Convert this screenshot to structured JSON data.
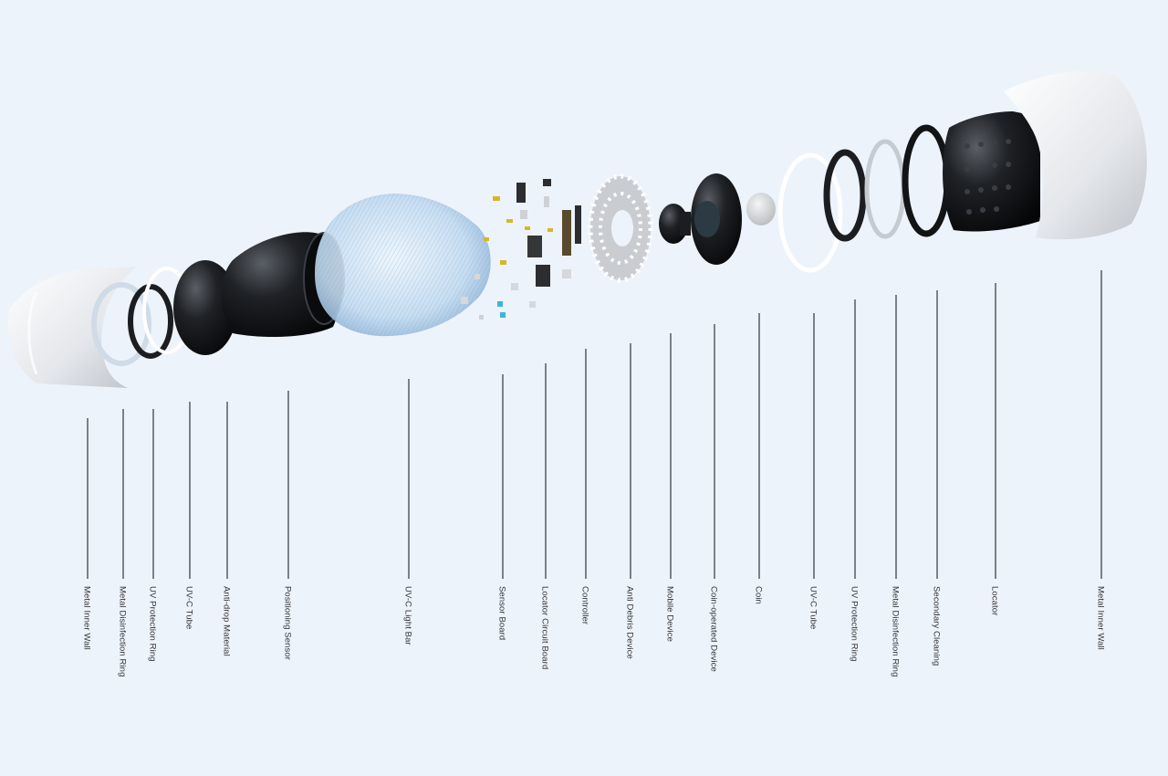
{
  "components": [
    {
      "label": "Metal Inner Wall"
    },
    {
      "label": "Metal Disinfection Ring"
    },
    {
      "label": "UV Protection Ring"
    },
    {
      "label": "UV-C Tube"
    },
    {
      "label": "Anti-drop Material"
    },
    {
      "label": "Positioning Sensor"
    },
    {
      "label": "UV-C Light Bar"
    },
    {
      "label": "Sensor Board"
    },
    {
      "label": "Locator Circuit Board"
    },
    {
      "label": "Controller"
    },
    {
      "label": "Anti Debris Device"
    },
    {
      "label": "Mobile Device"
    },
    {
      "label": "Coin-operated Device"
    },
    {
      "label": "Coin"
    },
    {
      "label": "UV-C Tube"
    },
    {
      "label": "UV Protection Ring"
    },
    {
      "label": "Metal Disinfection Ring"
    },
    {
      "label": "Secondary Cleaning"
    },
    {
      "label": "Locator"
    },
    {
      "label": "Metal Inner Wall"
    }
  ]
}
